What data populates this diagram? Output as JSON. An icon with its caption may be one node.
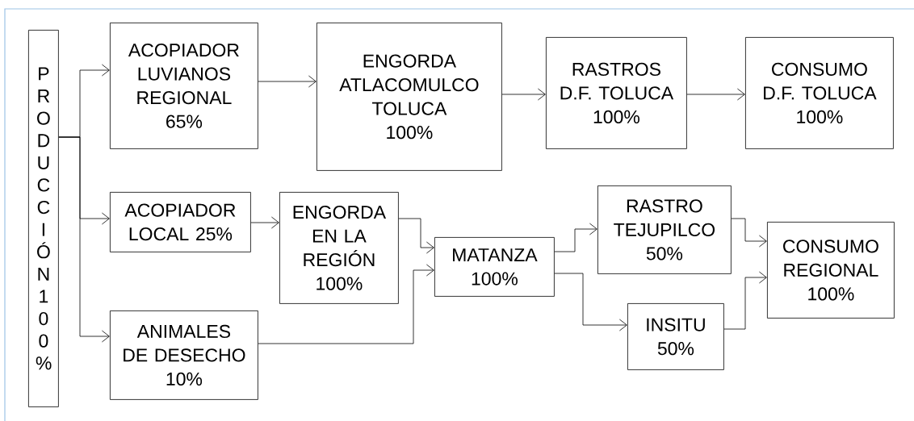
{
  "diagram": {
    "nodes": [
      {
        "text": [
          "PRODUCCIÓN 100%"
        ]
      },
      {
        "text": [
          "ACOPIADOR LUVIANOS REGIONAL",
          "65%"
        ]
      },
      {
        "text": [
          "ENGORDA ATLACOMULCO TOLUCA",
          "100%"
        ]
      },
      {
        "text": [
          "RASTROS D.F. TOLUCA",
          "100%"
        ]
      },
      {
        "text": [
          "CONSUMO D.F. TOLUCA",
          "100%"
        ]
      },
      {
        "text": [
          "ACOPIADOR LOCAL 25%"
        ]
      },
      {
        "text": [
          "ENGORDA EN LA REGIÓN",
          "100%"
        ]
      },
      {
        "text": [
          "MATANZA",
          "100%"
        ]
      },
      {
        "text": [
          "RASTRO TEJUPILCO",
          "50%"
        ]
      },
      {
        "text": [
          "CONSUMO REGIONAL",
          "100%"
        ]
      },
      {
        "text": [
          "INSITU",
          "50%"
        ]
      },
      {
        "text": [
          "ANIMALES DE DESECHO",
          "10%"
        ]
      }
    ],
    "edges": [
      {
        "from": 0,
        "to": 1,
        "arrow": "to"
      },
      {
        "from": 0,
        "to": 5,
        "arrow": "to"
      },
      {
        "from": 0,
        "to": 11,
        "arrow": "to"
      },
      {
        "from": 1,
        "to": 2,
        "arrow": "to"
      },
      {
        "from": 2,
        "to": 3,
        "arrow": "to"
      },
      {
        "from": 3,
        "to": 4,
        "arrow": "to"
      },
      {
        "from": 5,
        "to": 6,
        "arrow": "to"
      },
      {
        "from": 6,
        "to": 7,
        "arrow": "to"
      },
      {
        "from": 11,
        "to": 7,
        "arrow": "to"
      },
      {
        "from": 7,
        "to": 8,
        "arrow": "to"
      },
      {
        "from": 7,
        "to": 10,
        "arrow": "to"
      },
      {
        "from": 8,
        "to": 9,
        "arrow": "to"
      },
      {
        "from": 10,
        "to": 9,
        "arrow": "to"
      }
    ]
  }
}
